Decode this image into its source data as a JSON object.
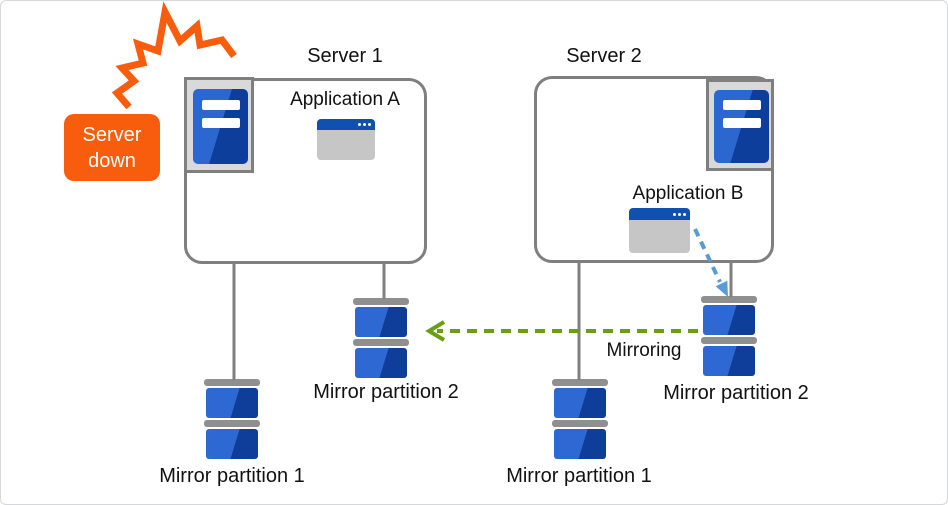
{
  "badge": {
    "label": "Server down"
  },
  "servers": {
    "server1": {
      "name": "Server 1",
      "app_label": "Application A"
    },
    "server2": {
      "name": "Server 2",
      "app_label": "Application B"
    }
  },
  "partitions": {
    "server1_partition1": "Mirror partition 1",
    "server1_partition2": "Mirror partition 2",
    "server2_partition1": "Mirror partition 1",
    "server2_partition2": "Mirror partition 2"
  },
  "arrows": {
    "mirroring_label": "Mirroring"
  },
  "colors": {
    "accent_orange": "#f75d0d",
    "server_blue_light": "#2c67d0",
    "server_blue_dark": "#0e3e9c",
    "window_titlebar_blue": "#1050b0",
    "mirroring_green": "#6b9e14",
    "app_arrow_blue": "#5b9bd5",
    "outline_gray": "#7f7f7f"
  }
}
